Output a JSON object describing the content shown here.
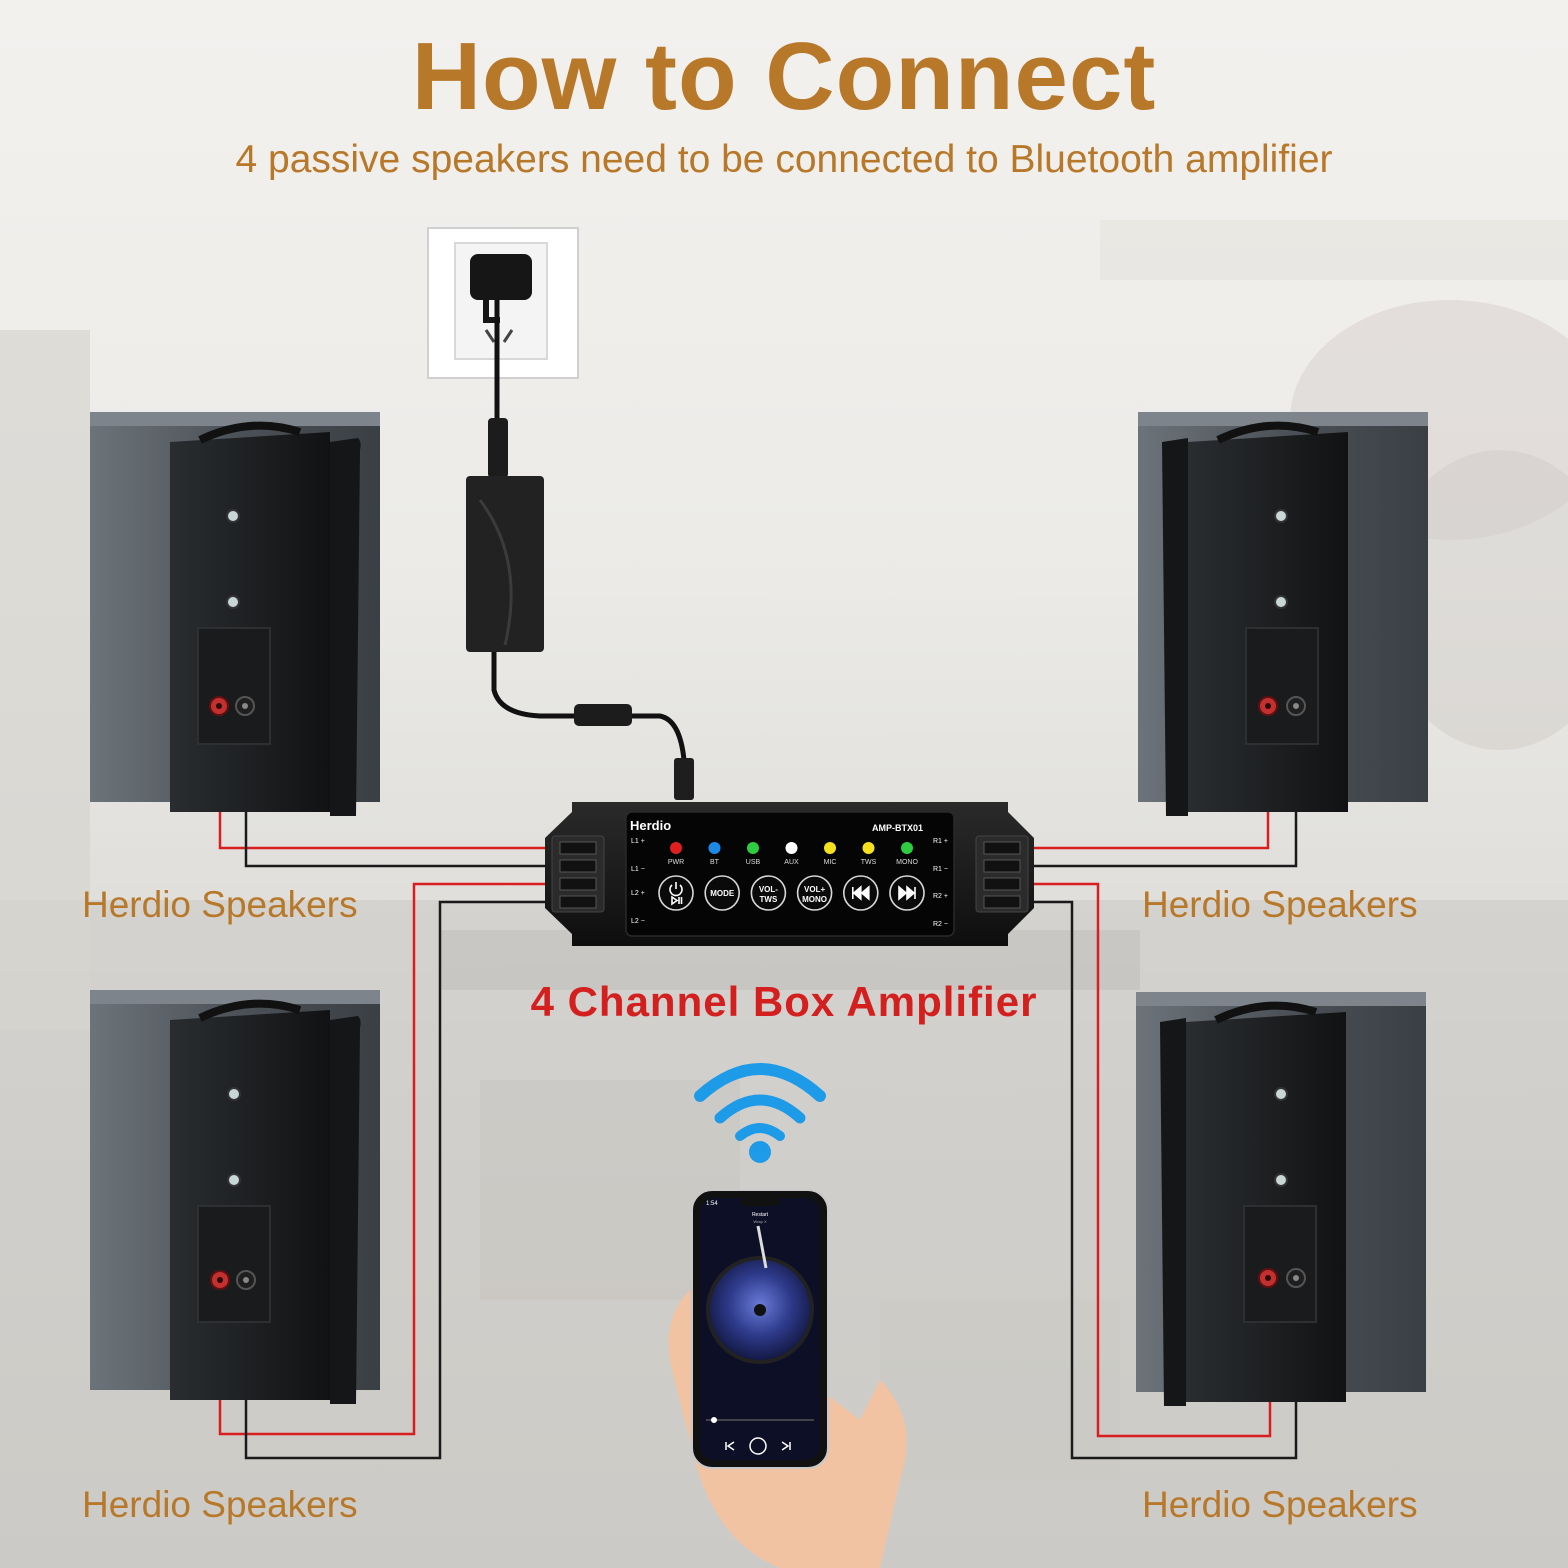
{
  "title": "How to Connect",
  "subtitle": "4 passive speakers need to be connected to  Bluetooth amplifier",
  "amplifier": {
    "label": "4 Channel Box Amplifier",
    "brand": "Herdio",
    "model": "AMP-BTX01",
    "indicators": [
      {
        "label": "PWR",
        "color": "#e02020"
      },
      {
        "label": "BT",
        "color": "#1e88e5"
      },
      {
        "label": "USB",
        "color": "#2ecc40"
      },
      {
        "label": "AUX",
        "color": "#ffffff"
      },
      {
        "label": "MIC",
        "color": "#f5e11d"
      },
      {
        "label": "TWS",
        "color": "#f5e11d"
      },
      {
        "label": "MONO",
        "color": "#2ecc40"
      }
    ],
    "buttons": [
      {
        "name": "power-play-button",
        "icon": "power-icon"
      },
      {
        "name": "mode-button",
        "line1": "MODE",
        "line2": ""
      },
      {
        "name": "vol-down-tws-button",
        "line1": "VOL-",
        "line2": "TWS"
      },
      {
        "name": "vol-up-mono-button",
        "line1": "VOL+",
        "line2": "MONO"
      },
      {
        "name": "previous-button",
        "icon": "previous-icon"
      },
      {
        "name": "next-button",
        "icon": "next-icon"
      }
    ],
    "left_terminals": [
      "L1 +",
      "L1 −",
      "L2 +",
      "L2 −"
    ],
    "right_terminals": [
      "R1 +",
      "R1 −",
      "R2 +",
      "R2 −"
    ]
  },
  "speakers": {
    "top_left": "Herdio Speakers",
    "top_right": "Herdio Speakers",
    "bottom_left": "Herdio Speakers",
    "bottom_right": "Herdio Speakers"
  },
  "phone": {
    "time": "1:54",
    "track": "Restart",
    "artist": "Wrap X"
  },
  "colors": {
    "accent": "#b8782a",
    "amp_label": "#d41f1f",
    "wire_red": "#d81e1e",
    "wire_black": "#1a1a1a",
    "bluetooth": "#1e9be8"
  }
}
